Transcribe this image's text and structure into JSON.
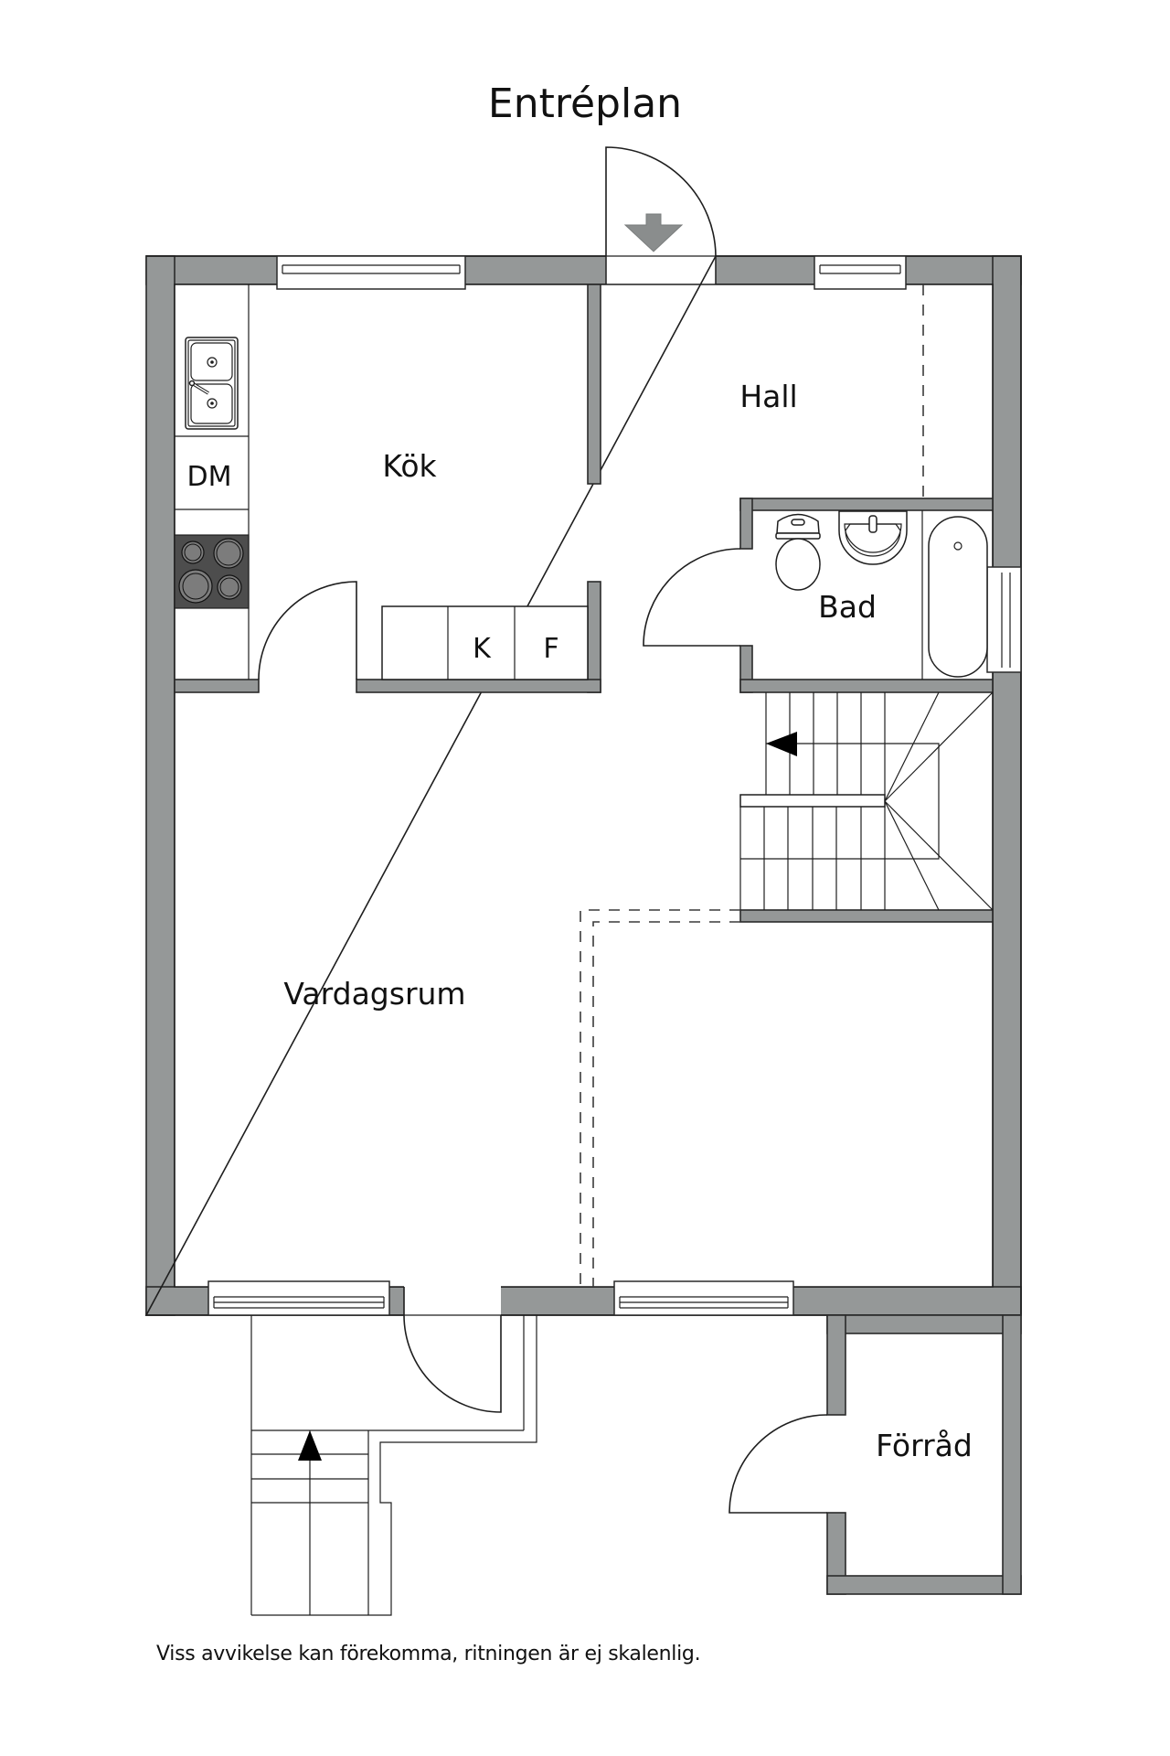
{
  "title": "Entréplan",
  "rooms": {
    "kok": "Kök",
    "hall": "Hall",
    "bad": "Bad",
    "vardagsrum": "Vardagsrum",
    "forrad": "Förråd"
  },
  "appliances": {
    "dishwasher": "DM",
    "fridge_k": "K",
    "freezer_f": "F"
  },
  "disclaimer": "Viss avvikelse kan förekomma, ritningen är ej skalenlig.",
  "colors": {
    "wall": "#959898",
    "stove": "#4d4d4d",
    "line": "#1e1e1e",
    "background": "#ffffff"
  },
  "icons": [
    "entrance-arrow-icon",
    "stair-direction-arrow-icon",
    "sink-icon",
    "stove-icon",
    "toilet-icon",
    "washbasin-icon",
    "bathtub-icon"
  ]
}
